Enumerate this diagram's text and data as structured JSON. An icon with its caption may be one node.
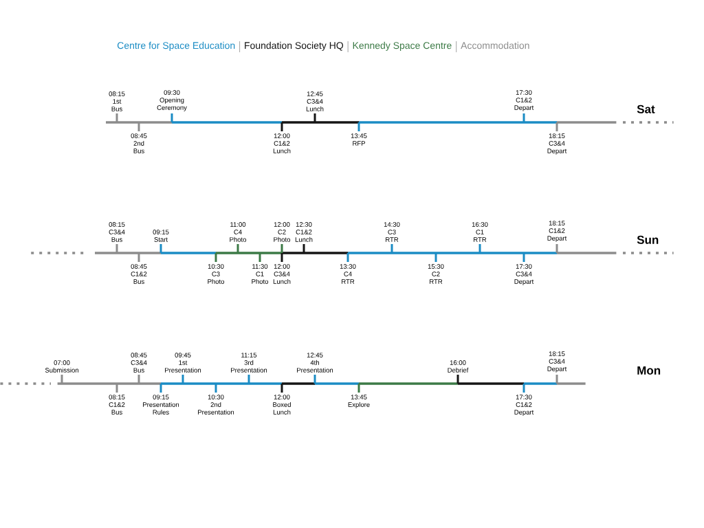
{
  "diagram": {
    "labels": [
      "Sat",
      "08:15 1st Bus",
      "08:45 2nd Bus",
      "09:30 Opening Ceremony",
      "12:00 C1&2 Lunch",
      "12:45 C3&4 Lunch",
      "13:45 RFP",
      "17:30 C1&2 Depart",
      "18:15 C3&4 Depart",
      "Sun",
      "08:15 C3&4 Bus",
      "08:45 C1&2 Bus",
      "09:15 Start",
      "10:30 C3 Photo",
      "11:00 C4 Photo",
      "11:30 C1 Photo",
      "12:00 C2 Photo",
      "12:00 C3&4 Lunch",
      "12:30 C1&2 Lunch",
      "13:30 C4 RTR",
      "14:30 C3 RTR",
      "15:30 C2 RTR",
      "16:30 C1 RTR",
      "17:30 C3&4 Depart",
      "18:15 C1&2 Depart",
      "Mon",
      "07:00 Submission",
      "08:15 C1&2 Bus",
      "08:45 C3&4 Bus",
      "09:15 Presentation Rules",
      "09:45 1st Presentation",
      "10:30 2nd Presentation",
      "11:15 3rd Presentation",
      "12:00 Boxed Lunch",
      "12:45 4th Presentation",
      "13:45 Explore",
      "16:00 Debrief",
      "17:30 C1&2 Depart",
      "18:15 C3&4 Depart"
    ],
    "legend": [
      {
        "text": "Centre for Space Education",
        "color": "#1b8cc4"
      },
      {
        "text": "Foundation Society HQ",
        "color": "#151515"
      },
      {
        "text": "Kennedy Space Centre",
        "color": "#3c7a46"
      },
      {
        "text": "Accommodation",
        "color": "#8c8c8c"
      }
    ]
  }
}
